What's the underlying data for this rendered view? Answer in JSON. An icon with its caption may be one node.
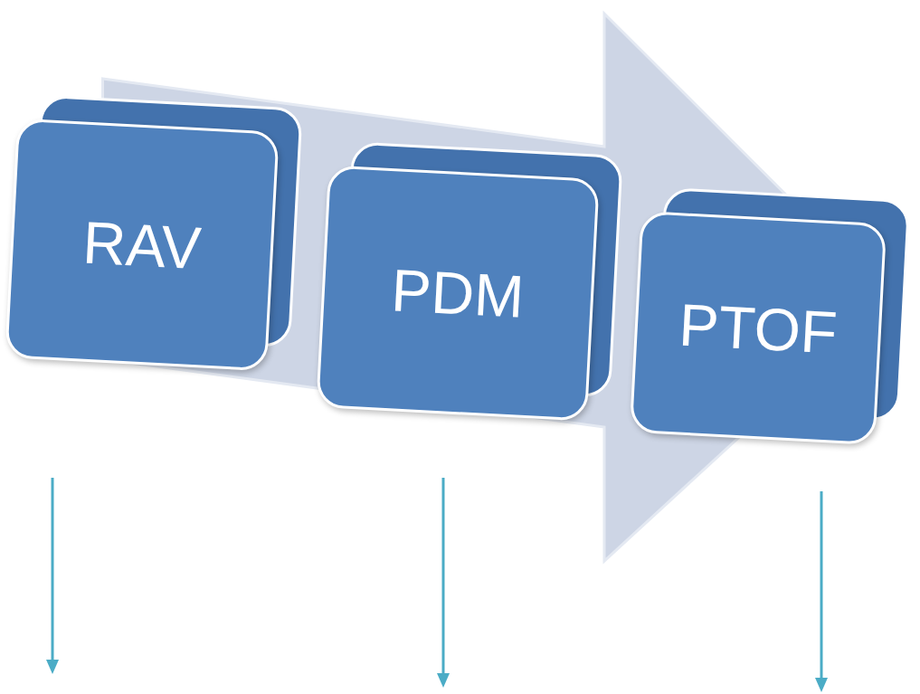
{
  "diagram": {
    "nodes": [
      {
        "text": [
          "RAV"
        ]
      },
      {
        "text": [
          "PDM"
        ]
      },
      {
        "text": [
          "PTOF"
        ]
      }
    ],
    "edges": [
      {
        "from": 0,
        "to": 2,
        "arrow": "to",
        "style": "thick"
      }
    ]
  }
}
